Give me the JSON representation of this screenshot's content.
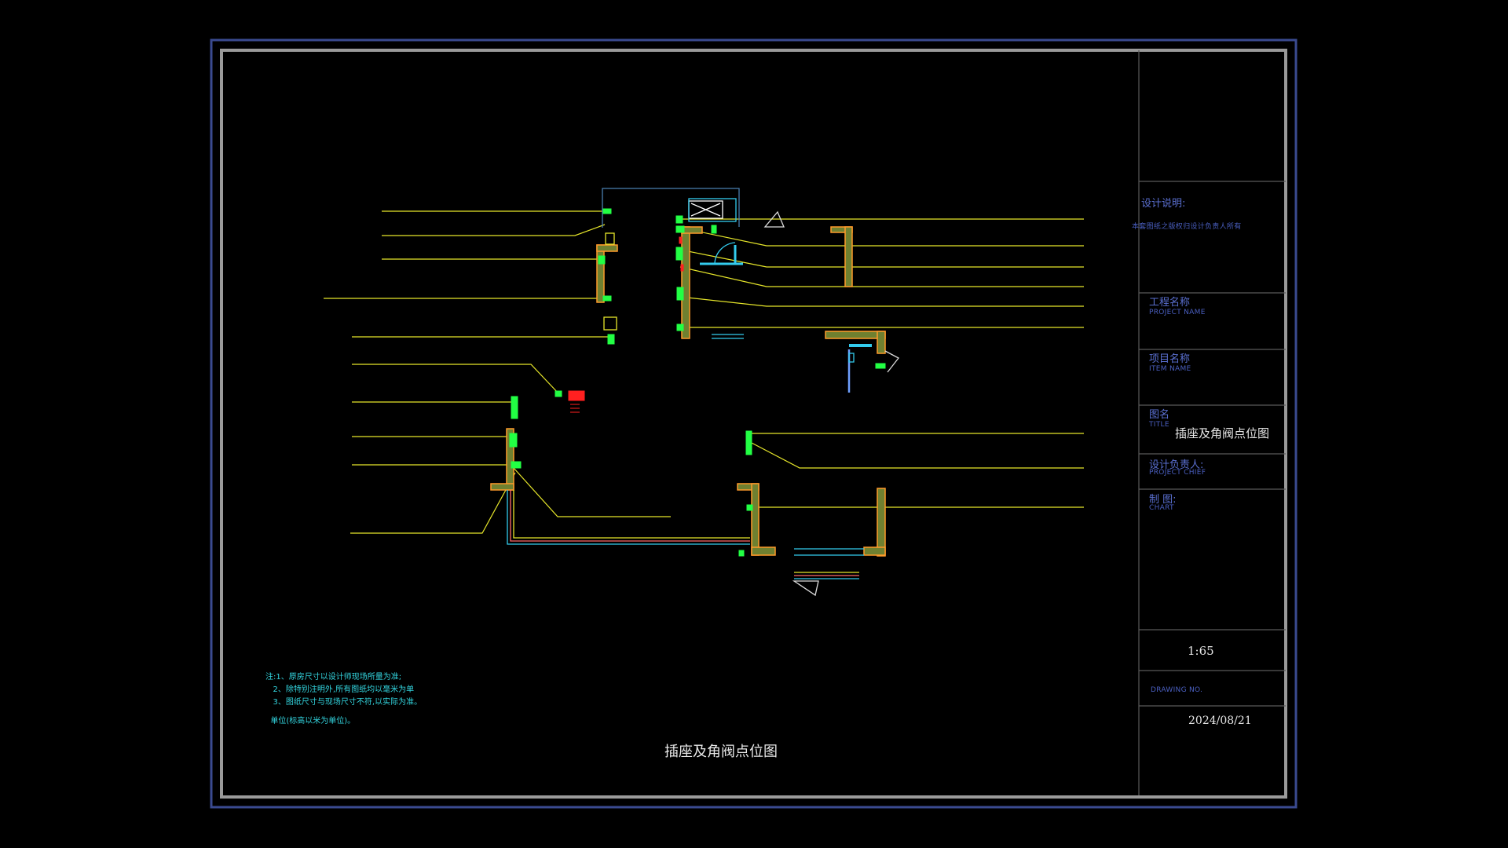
{
  "title_block": {
    "design_notes_label": "设计说明:",
    "copyright_note": "本套图纸之版权归设计负责人所有",
    "project_name_cn": "工程名称",
    "project_name_en": "PROJECT NAME",
    "item_name_cn": "项目名称",
    "item_name_en": "ITEM  NAME",
    "title_cn": "图名",
    "title_en": "TITLE",
    "title_value": "插座及角阀点位图",
    "chief_cn": "设计负责人:",
    "chief_en": "PROJECT CHIEF",
    "chart_cn": "制  图:",
    "chart_en": "CHART",
    "scale": "1:65",
    "drawing_no_en": "DRAWING NO.",
    "date": "2024/08/21"
  },
  "notes": [
    "注:1、原房尺寸以设计师现场所量为准;",
    "   2、除特别注明外,所有图纸均以毫米为单",
    "   3、图纸尺寸与现场尺寸不符,以实际为准。",
    "",
    "  单位(标高以米为单位)。"
  ],
  "drawing_title": "插座及角阀点位图",
  "colors": {
    "outer_frame": "#3a4a90",
    "inner_frame": "#a0a0a0",
    "leader": "#e6e62a",
    "wall_fill": "#7a8a3a",
    "wall_edge": "#ff9a2a",
    "socket": "#22ff44",
    "fixture": "#33ccee",
    "alert": "#ff2020"
  }
}
